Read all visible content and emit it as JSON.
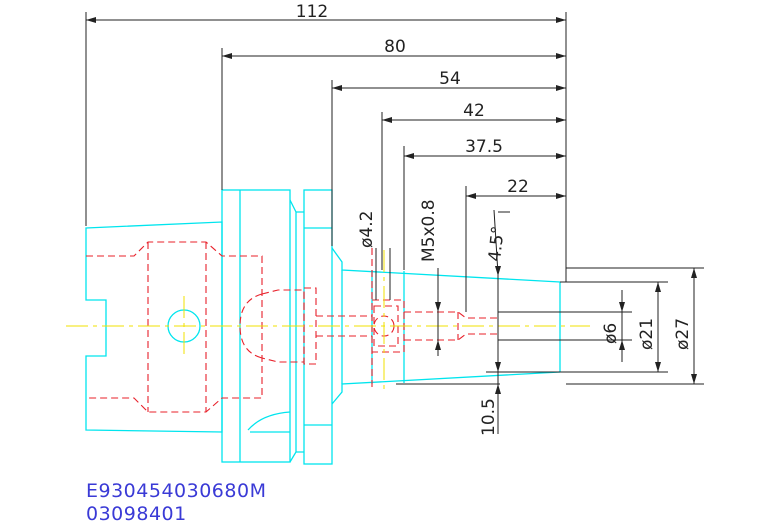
{
  "dimensions": {
    "len_112": "112",
    "len_80": "80",
    "len_54": "54",
    "len_42": "42",
    "len_37_5": "37.5",
    "len_22": "22",
    "dia_4_2": "ø4.2",
    "thread": "M5x0.8",
    "angle": "4.5°",
    "dia_6": "ø6",
    "dia_21": "ø21",
    "dia_27": "ø27",
    "len_10_5": "10.5"
  },
  "caption": {
    "part_number": "E930454030680M",
    "drawing_number": "03098401"
  },
  "colors": {
    "outline": "#00e5ee",
    "hidden": "#e8202a",
    "center": "#f0e000",
    "dimension": "#222222",
    "caption": "#3a3ad6"
  }
}
